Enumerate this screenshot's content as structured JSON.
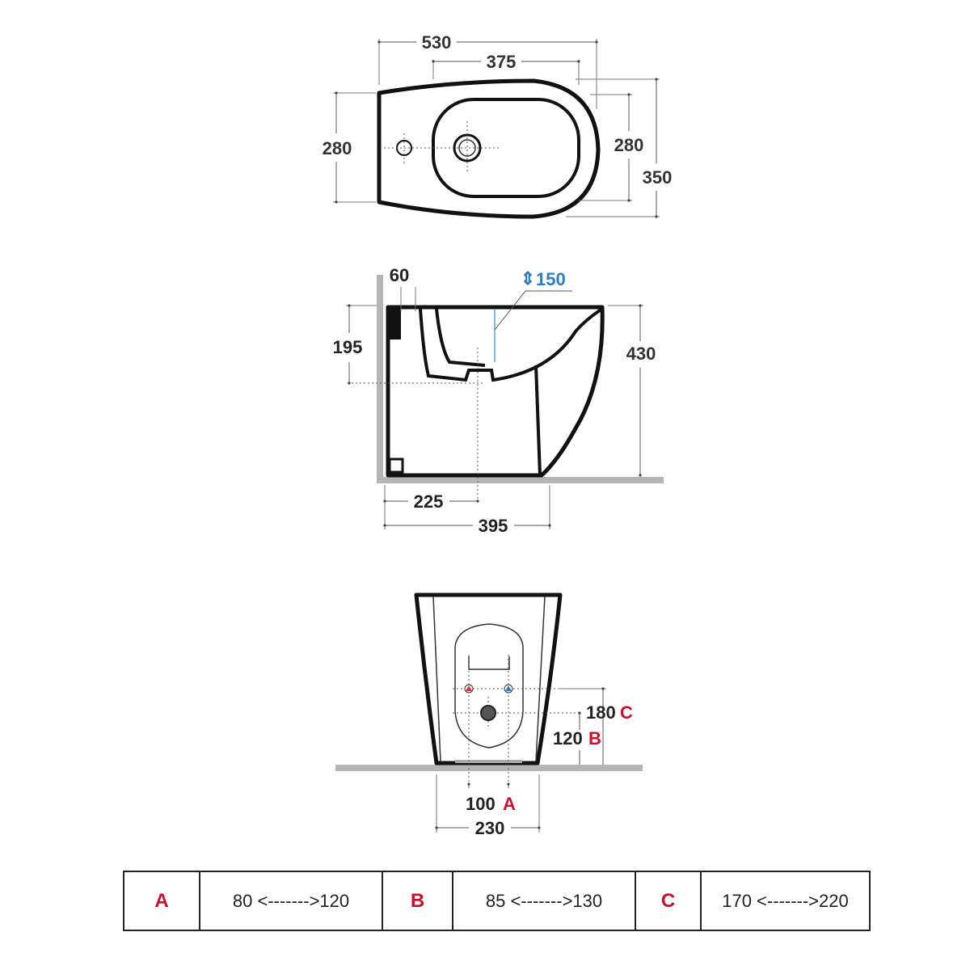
{
  "top_view": {
    "overall_length": "530",
    "bowl_length": "375",
    "width_left": "280",
    "bowl_width": "280",
    "overall_width": "350"
  },
  "side_view": {
    "wall_offset": "60",
    "water_level": "150",
    "height": "430",
    "outlet_height": "195",
    "outlet_distance": "225",
    "depth": "395"
  },
  "rear_view": {
    "supply_height_value": "180",
    "supply_height_key": "C",
    "drain_height_value": "120",
    "drain_height_key": "B",
    "supply_spacing_value": "100",
    "supply_spacing_key": "A",
    "base_width": "230"
  },
  "ranges_table": [
    {
      "key": "A",
      "range": "80 <------->120"
    },
    {
      "key": "B",
      "range": "85 <------->130"
    },
    {
      "key": "C",
      "range": "170 <------->220"
    }
  ],
  "colors": {
    "dimension_text": "#333333",
    "accent_red": "#c8102e",
    "accent_blue": "#2e7dbf",
    "floor": "#b5b5b5"
  }
}
